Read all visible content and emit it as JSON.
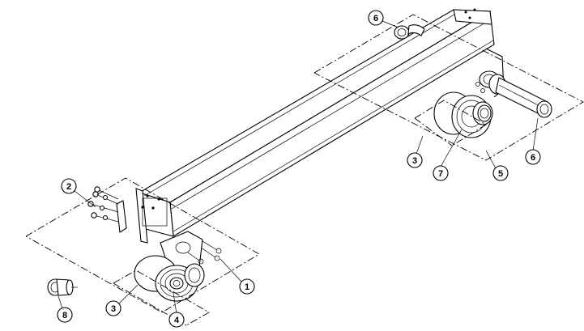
{
  "callouts": [
    {
      "id": "c1",
      "label": "1"
    },
    {
      "id": "c2",
      "label": "2"
    },
    {
      "id": "c3a",
      "label": "3"
    },
    {
      "id": "c3b",
      "label": "3"
    },
    {
      "id": "c4",
      "label": "4"
    },
    {
      "id": "c5",
      "label": "5"
    },
    {
      "id": "c6a",
      "label": "6"
    },
    {
      "id": "c6b",
      "label": "6"
    },
    {
      "id": "c7",
      "label": "7"
    },
    {
      "id": "c8",
      "label": "8"
    }
  ]
}
